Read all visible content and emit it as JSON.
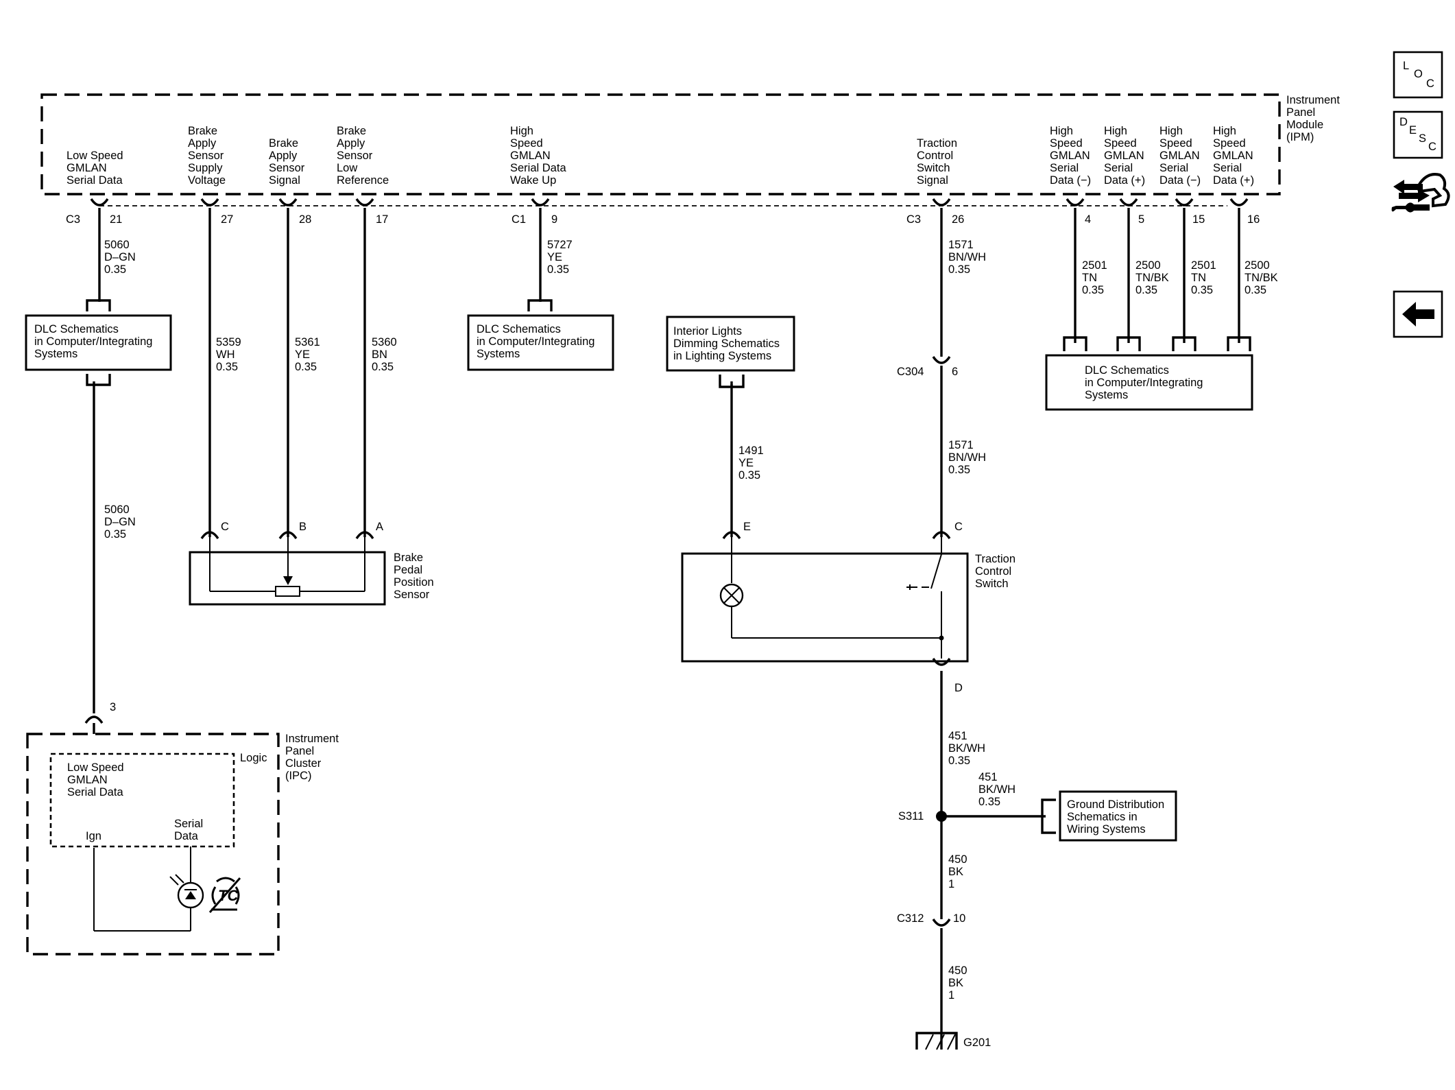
{
  "modules": {
    "ipm": [
      "Instrument",
      "Panel",
      "Module",
      "(IPM)"
    ],
    "ipc": [
      "Instrument",
      "Panel",
      "Cluster",
      "(IPC)"
    ]
  },
  "ipm_pins": {
    "low_speed": [
      "Low Speed",
      "GMLAN",
      "Serial Data"
    ],
    "brake_supply": [
      "Brake",
      "Apply",
      "Sensor",
      "Supply",
      "Voltage"
    ],
    "brake_signal": [
      "Brake",
      "Apply",
      "Sensor",
      "Signal"
    ],
    "brake_lowref": [
      "Brake",
      "Apply",
      "Sensor",
      "Low",
      "Reference"
    ],
    "hs_wakeup": [
      "High",
      "Speed",
      "GMLAN",
      "Serial Data",
      "Wake Up"
    ],
    "traction_signal": [
      "Traction",
      "Control",
      "Switch",
      "Signal"
    ],
    "hs1": [
      "High",
      "Speed",
      "GMLAN",
      "Serial",
      "Data (−)"
    ],
    "hs2": [
      "High",
      "Speed",
      "GMLAN",
      "Serial",
      "Data (+)"
    ],
    "hs3": [
      "High",
      "Speed",
      "GMLAN",
      "Serial",
      "Data (−)"
    ],
    "hs4": [
      "High",
      "Speed",
      "GMLAN",
      "Serial",
      "Data (+)"
    ]
  },
  "connectors": {
    "c3": "C3",
    "c1": "C1",
    "c3b": "C3",
    "c304": "C304",
    "c312": "C312",
    "s311": "S311",
    "g201": "G201"
  },
  "pin_numbers": {
    "p21": "21",
    "p27": "27",
    "p28": "28",
    "p17": "17",
    "p9": "9",
    "p26": "26",
    "p4": "4",
    "p5": "5",
    "p15": "15",
    "p16": "16",
    "p6": "6",
    "p3": "3",
    "p10": "10",
    "pC": "C",
    "pB": "B",
    "pA": "A",
    "pE": "E",
    "pC2": "C",
    "pD": "D"
  },
  "wires": {
    "w5060a": [
      "5060",
      "D–GN",
      "0.35"
    ],
    "w5060b": [
      "5060",
      "D–GN",
      "0.35"
    ],
    "w5359": [
      "5359",
      "WH",
      "0.35"
    ],
    "w5361": [
      "5361",
      "YE",
      "0.35"
    ],
    "w5360": [
      "5360",
      "BN",
      "0.35"
    ],
    "w5727": [
      "5727",
      "YE",
      "0.35"
    ],
    "w1491": [
      "1491",
      "YE",
      "0.35"
    ],
    "w1571a": [
      "1571",
      "BN/WH",
      "0.35"
    ],
    "w1571b": [
      "1571",
      "BN/WH",
      "0.35"
    ],
    "w2501a": [
      "2501",
      "TN",
      "0.35"
    ],
    "w2500a": [
      "2500",
      "TN/BK",
      "0.35"
    ],
    "w2501b": [
      "2501",
      "TN",
      "0.35"
    ],
    "w2500b": [
      "2500",
      "TN/BK",
      "0.35"
    ],
    "w451a": [
      "451",
      "BK/WH",
      "0.35"
    ],
    "w451b": [
      "451",
      "BK/WH",
      "0.35"
    ],
    "w450a": [
      "450",
      "BK",
      "1"
    ],
    "w450b": [
      "450",
      "BK",
      "1"
    ]
  },
  "boxes": {
    "dlc1": [
      "DLC Schematics",
      "in Computer/Integrating",
      "Systems"
    ],
    "dlc2": [
      "DLC Schematics",
      "in Computer/Integrating",
      "Systems"
    ],
    "dlc3": [
      "DLC Schematics",
      "in Computer/Integrating",
      "Systems"
    ],
    "interior": [
      "Interior Lights",
      "Dimming Schematics",
      "in Lighting Systems"
    ],
    "ground": [
      "Ground Distribution",
      "Schematics in",
      "Wiring Systems"
    ]
  },
  "components": {
    "brake_sensor": [
      "Brake",
      "Pedal",
      "Position",
      "Sensor"
    ],
    "traction_switch": [
      "Traction",
      "Control",
      "Switch"
    ],
    "logic": "Logic",
    "logic_inner": [
      "Low Speed",
      "GMLAN",
      "Serial Data"
    ],
    "ign": "Ign",
    "serial_data": [
      "Serial",
      "Data"
    ]
  },
  "nav": {
    "loc": [
      "L",
      "O",
      "C"
    ],
    "desc": [
      "D",
      "E",
      "S",
      "C"
    ]
  }
}
